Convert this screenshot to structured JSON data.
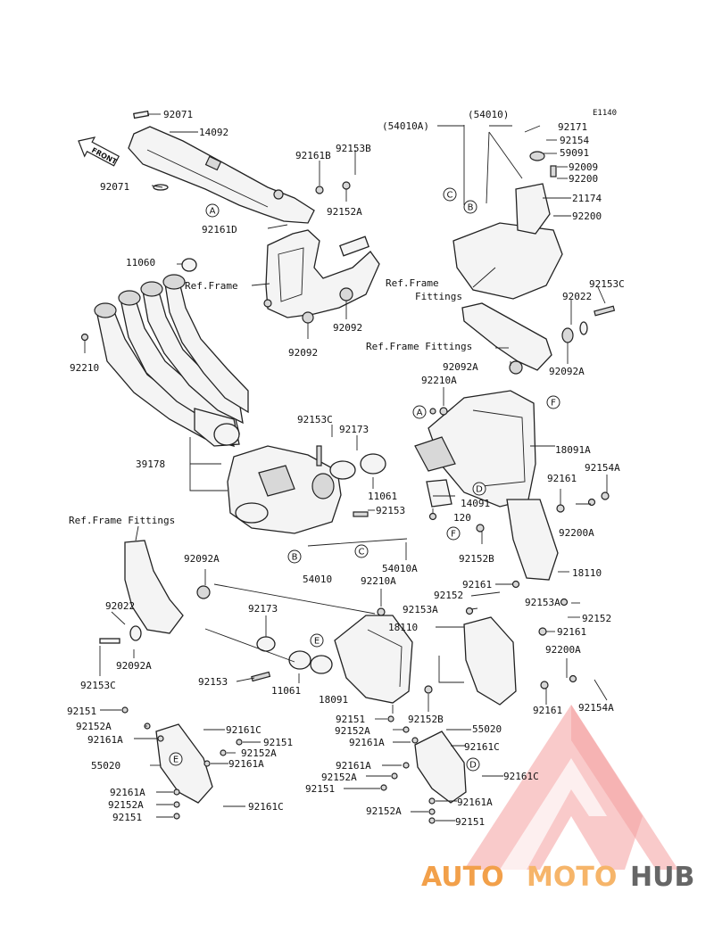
{
  "diagram_code": "E1140",
  "front_arrow": "FRONT",
  "watermark": {
    "auto": "AUTO",
    "moto": "MOTO",
    "hub": "HUB",
    "accent": "#f0a050",
    "gray": "#606060",
    "logo_red": "#f08080"
  },
  "parts": [
    {
      "id": "p1",
      "text": "92071"
    },
    {
      "id": "p2",
      "text": "14092"
    },
    {
      "id": "p3",
      "text": "92071"
    },
    {
      "id": "p4",
      "text": "92161B"
    },
    {
      "id": "p5",
      "text": "92153B"
    },
    {
      "id": "p6",
      "text": "92152A"
    },
    {
      "id": "p7",
      "text": "92161D"
    },
    {
      "id": "p8",
      "text": "11060"
    },
    {
      "id": "p9",
      "text": "Ref.Frame"
    },
    {
      "id": "p10",
      "text": "92092"
    },
    {
      "id": "p11",
      "text": "92092"
    },
    {
      "id": "p12",
      "text": "92210"
    },
    {
      "id": "p13",
      "text": "(54010A)"
    },
    {
      "id": "p14",
      "text": "(54010)"
    },
    {
      "id": "p15",
      "text": "92171"
    },
    {
      "id": "p16",
      "text": "92154"
    },
    {
      "id": "p17",
      "text": "59091"
    },
    {
      "id": "p18",
      "text": "92009"
    },
    {
      "id": "p19",
      "text": "92200"
    },
    {
      "id": "p20",
      "text": "21174"
    },
    {
      "id": "p21",
      "text": "92200"
    },
    {
      "id": "p22",
      "text": "Ref.Frame"
    },
    {
      "id": "p23",
      "text": "Fittings"
    },
    {
      "id": "p24",
      "text": "92153C"
    },
    {
      "id": "p25",
      "text": "92022"
    },
    {
      "id": "p26",
      "text": "Ref.Frame Fittings"
    },
    {
      "id": "p27",
      "text": "92092A"
    },
    {
      "id": "p28",
      "text": "92092A"
    },
    {
      "id": "p29",
      "text": "92210A"
    },
    {
      "id": "p30",
      "text": "18091A"
    },
    {
      "id": "p31",
      "text": "92153C"
    },
    {
      "id": "p32",
      "text": "92173"
    },
    {
      "id": "p33",
      "text": "39178"
    },
    {
      "id": "p34",
      "text": "11061"
    },
    {
      "id": "p35",
      "text": "92153"
    },
    {
      "id": "p36",
      "text": "14091"
    },
    {
      "id": "p37",
      "text": "120"
    },
    {
      "id": "p38",
      "text": "92161"
    },
    {
      "id": "p39",
      "text": "92154A"
    },
    {
      "id": "p40",
      "text": "92200A"
    },
    {
      "id": "p41",
      "text": "Ref.Frame Fittings"
    },
    {
      "id": "p42",
      "text": "92152B"
    },
    {
      "id": "p43",
      "text": "18110"
    },
    {
      "id": "p44",
      "text": "92092A"
    },
    {
      "id": "p45",
      "text": "54010"
    },
    {
      "id": "p46",
      "text": "54010A"
    },
    {
      "id": "p47",
      "text": "92210A"
    },
    {
      "id": "p48",
      "text": "92161"
    },
    {
      "id": "p49",
      "text": "92152"
    },
    {
      "id": "p50",
      "text": "92153A"
    },
    {
      "id": "p51",
      "text": "92153A"
    },
    {
      "id": "p52",
      "text": "92152"
    },
    {
      "id": "p53",
      "text": "92161"
    },
    {
      "id": "p54",
      "text": "18110"
    },
    {
      "id": "p55",
      "text": "92022"
    },
    {
      "id": "p56",
      "text": "92092A"
    },
    {
      "id": "p57",
      "text": "92153C"
    },
    {
      "id": "p58",
      "text": "92173"
    },
    {
      "id": "p59",
      "text": "92153"
    },
    {
      "id": "p60",
      "text": "11061"
    },
    {
      "id": "p61",
      "text": "18091"
    },
    {
      "id": "p62",
      "text": "92152B"
    },
    {
      "id": "p63",
      "text": "92200A"
    },
    {
      "id": "p64",
      "text": "92161"
    },
    {
      "id": "p65",
      "text": "92154A"
    },
    {
      "id": "p66",
      "text": "92151"
    },
    {
      "id": "p67",
      "text": "92152A"
    },
    {
      "id": "p68",
      "text": "92161A"
    },
    {
      "id": "p69",
      "text": "92161C"
    },
    {
      "id": "p70",
      "text": "92151"
    },
    {
      "id": "p71",
      "text": "92152A"
    },
    {
      "id": "p72",
      "text": "92161A"
    },
    {
      "id": "p73",
      "text": "55020"
    },
    {
      "id": "p74",
      "text": "92161A"
    },
    {
      "id": "p75",
      "text": "92152A"
    },
    {
      "id": "p76",
      "text": "92151"
    },
    {
      "id": "p77",
      "text": "92161C"
    },
    {
      "id": "p78",
      "text": "92151"
    },
    {
      "id": "p79",
      "text": "92152A"
    },
    {
      "id": "p80",
      "text": "92161A"
    },
    {
      "id": "p81",
      "text": "55020"
    },
    {
      "id": "p82",
      "text": "92161C"
    },
    {
      "id": "p83",
      "text": "92161A"
    },
    {
      "id": "p84",
      "text": "92152A"
    },
    {
      "id": "p85",
      "text": "92151"
    },
    {
      "id": "p86",
      "text": "92161C"
    },
    {
      "id": "p87",
      "text": "92152A"
    },
    {
      "id": "p88",
      "text": "92161A"
    },
    {
      "id": "p89",
      "text": "92151"
    }
  ],
  "refs": [
    {
      "id": "c1",
      "text": "A"
    },
    {
      "id": "c2",
      "text": "C"
    },
    {
      "id": "c3",
      "text": "B"
    },
    {
      "id": "c4",
      "text": "A"
    },
    {
      "id": "c5",
      "text": "F"
    },
    {
      "id": "c6",
      "text": "D"
    },
    {
      "id": "c7",
      "text": "F"
    },
    {
      "id": "c8",
      "text": "B"
    },
    {
      "id": "c9",
      "text": "C"
    },
    {
      "id": "c10",
      "text": "E"
    },
    {
      "id": "c11",
      "text": "E"
    },
    {
      "id": "c12",
      "text": "D"
    }
  ]
}
